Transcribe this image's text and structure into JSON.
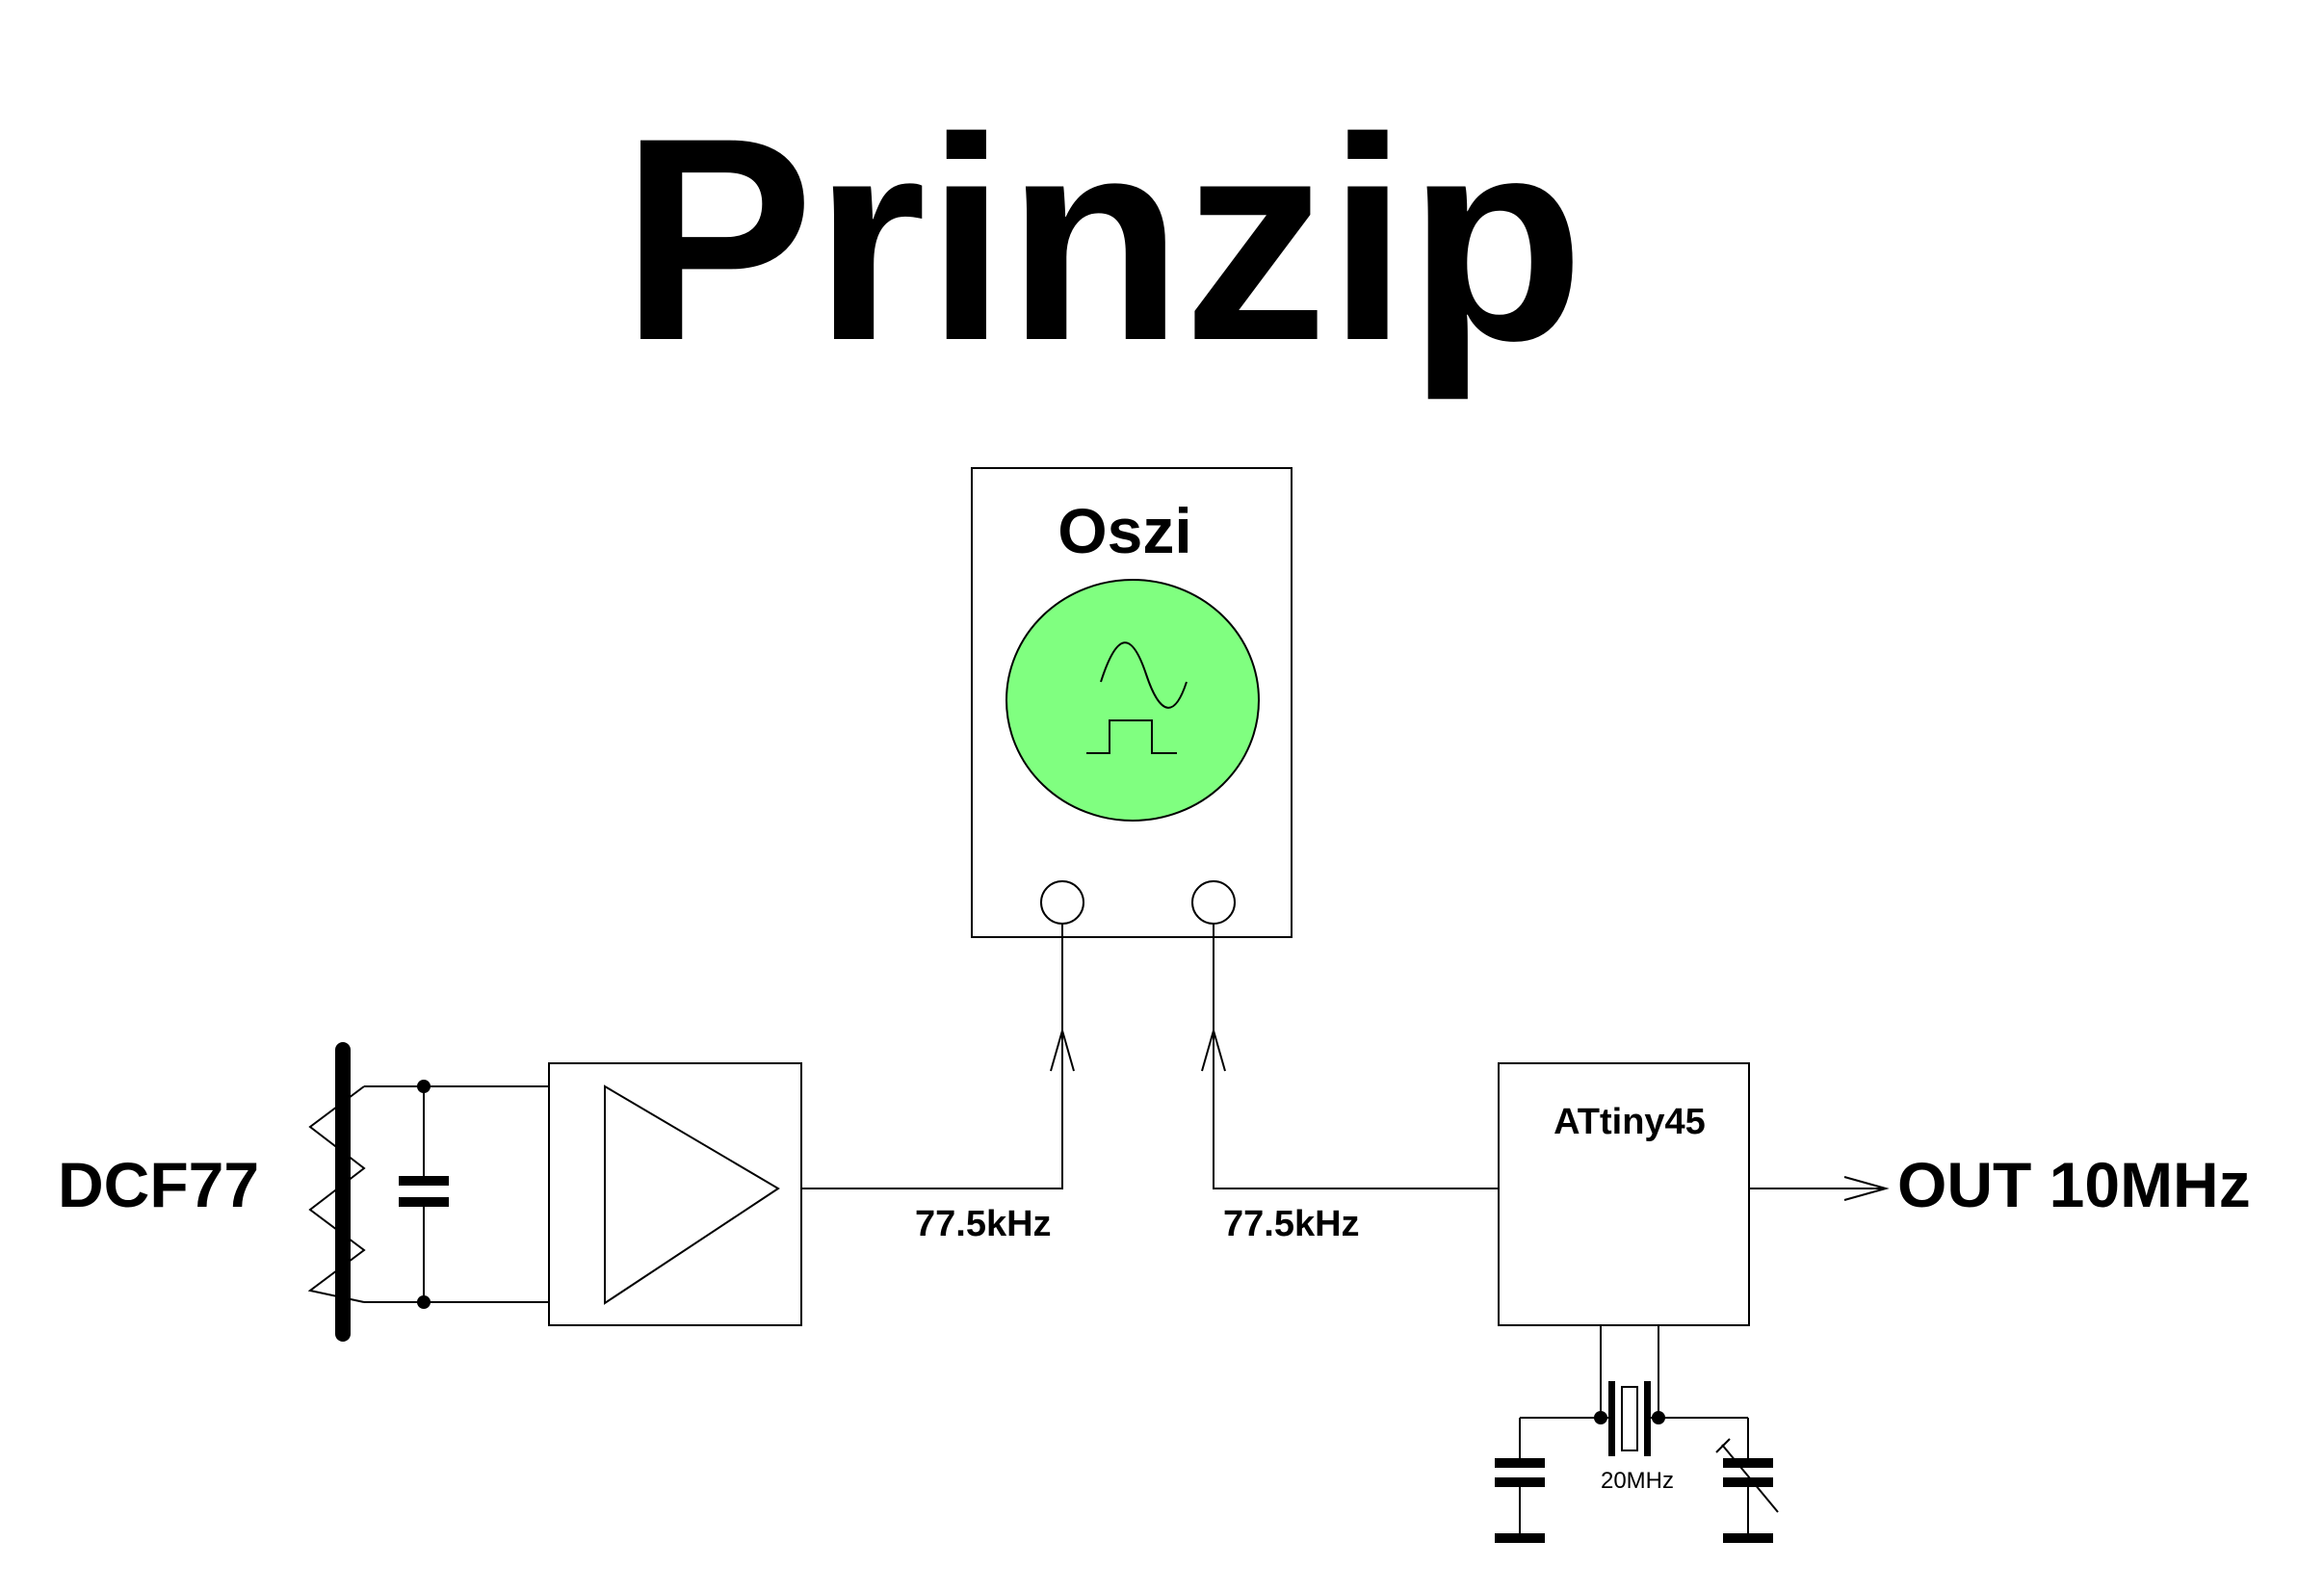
{
  "title": "Prinzip",
  "blocks": {
    "oscilloscope": {
      "label": "Oszi",
      "screen_color": "#80ff80"
    },
    "microcontroller": {
      "label": "ATtiny45"
    }
  },
  "labels": {
    "antenna": "DCF77",
    "output": "OUT 10MHz",
    "freq_amp_out": "77.5kHz",
    "freq_mcu_in": "77.5kHz",
    "crystal": "20MHz"
  }
}
